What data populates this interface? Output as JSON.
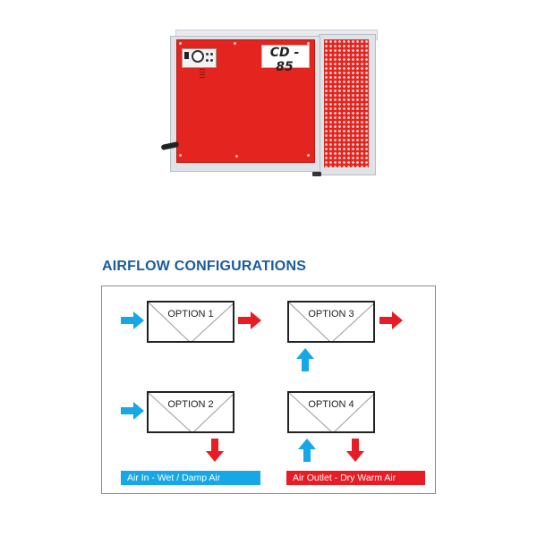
{
  "product": {
    "model_badge": "CD - 85",
    "image": "dehumidifier-unit",
    "colors": {
      "panel": "#e3241f",
      "frame": "#dfe2e6"
    }
  },
  "section": {
    "title": "AIRFLOW CONFIGURATIONS",
    "title_color": "#1b5aa0"
  },
  "diagram": {
    "options": [
      {
        "label": "OPTION 1",
        "inlet": "left",
        "outlet": "right"
      },
      {
        "label": "OPTION 2",
        "inlet": "left",
        "outlet": "bottom"
      },
      {
        "label": "OPTION 3",
        "inlet": "bottom",
        "outlet": "right"
      },
      {
        "label": "OPTION 4",
        "inlet": "bottom",
        "outlet": "bottom"
      }
    ],
    "legend": {
      "air_in": {
        "label": "Air In - Wet / Damp Air",
        "color": "#16a8e6"
      },
      "air_out": {
        "label": "Air Outlet - Dry Warm Air",
        "color": "#e81c24"
      }
    }
  }
}
